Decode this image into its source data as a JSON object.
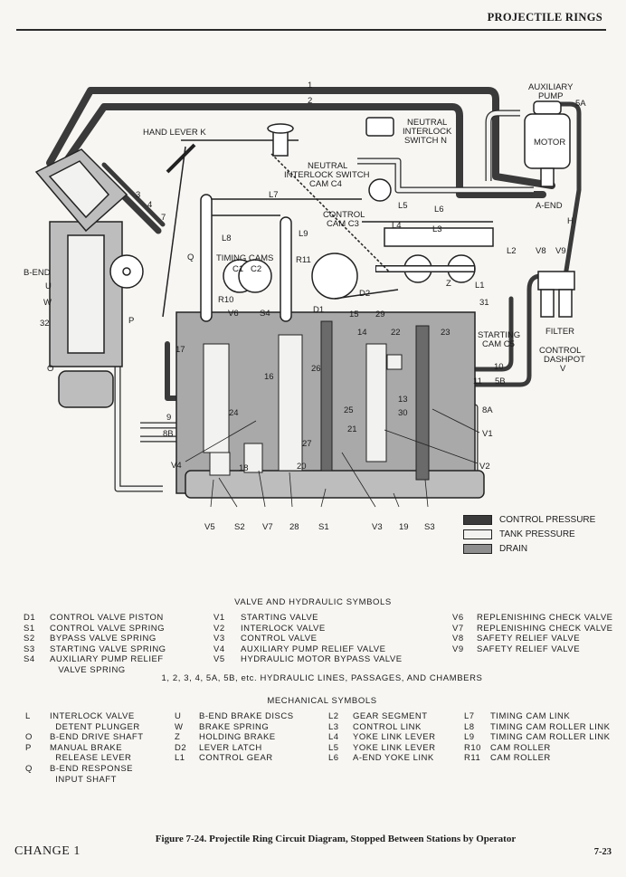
{
  "header": {
    "running_head": "PROJECTILE RINGS"
  },
  "diagram": {
    "labels": {
      "line1": "1",
      "line2": "2",
      "line3": "3",
      "line4": "4",
      "line5a": "5A",
      "line7": "7",
      "hand_lever": "HAND LEVER K",
      "neutral_switch": [
        "NEUTRAL",
        "INTERLOCK",
        "SWITCH N"
      ],
      "neutral_cam": [
        "NEUTRAL",
        "INTERLOCK SWITCH",
        "CAM C4"
      ],
      "aux_pump": [
        "AUXILIARY",
        "PUMP"
      ],
      "motor": "MOTOR",
      "control_cam": [
        "CONTROL",
        "CAM C3"
      ],
      "timing_cams": "TIMING CAMS",
      "c1": "C1",
      "c2": "C2",
      "l2": "L2",
      "l3": "L3",
      "l4": "L4",
      "l5": "L5",
      "l6": "L6",
      "l7": "L7",
      "l8": "L8",
      "l9": "L9",
      "l1": "L1",
      "a_end": "A-END",
      "h": "H",
      "v8": "V8",
      "v9": "V9",
      "filter": "FILTER",
      "control_dashpot": [
        "CONTROL",
        "DASHPOT",
        "V"
      ],
      "starting_cam": [
        "STARTING",
        "CAM C5"
      ],
      "b_end": "B-END",
      "u": "U",
      "w": "W",
      "n32": "32",
      "p": "P",
      "o": "O",
      "q": "Q",
      "r10": "R10",
      "r11": "R11",
      "d1": "D1",
      "d2": "D2",
      "z": "Z",
      "v6": "V6",
      "s4": "S4",
      "n15": "15",
      "n29": "29",
      "n14": "14",
      "n22": "22",
      "n23": "23",
      "n31": "31",
      "n17": "17",
      "n16": "16",
      "n26": "26",
      "n10": "10",
      "n11": "11",
      "n5b": "5B",
      "n13": "13",
      "n30": "30",
      "n25": "25",
      "n8a": "8A",
      "n9": "9",
      "n8b": "8B",
      "n24": "24",
      "n21": "21",
      "n27": "27",
      "n18": "18",
      "n20": "20",
      "v1": "V1",
      "v2": "V2",
      "v4": "V4",
      "bottom": [
        "V5",
        "S2",
        "V7",
        "28",
        "S1",
        "V3",
        "19",
        "S3"
      ]
    },
    "legend": [
      {
        "label": "CONTROL PRESSURE",
        "color": "#3a3a3a"
      },
      {
        "label": "TANK PRESSURE",
        "color": "#f2f2f0"
      },
      {
        "label": "DRAIN",
        "color": "#8e8e8e"
      }
    ]
  },
  "valve_section": {
    "title": "VALVE AND HYDRAULIC SYMBOLS",
    "col1": [
      {
        "code": "D1",
        "desc": "CONTROL VALVE PISTON"
      },
      {
        "code": "S1",
        "desc": "CONTROL VALVE SPRING"
      },
      {
        "code": "S2",
        "desc": "BYPASS VALVE SPRING"
      },
      {
        "code": "S3",
        "desc": "STARTING VALVE SPRING"
      },
      {
        "code": "S4",
        "desc": "AUXILIARY PUMP RELIEF\n   VALVE SPRING"
      }
    ],
    "col2": [
      {
        "code": "V1",
        "desc": "STARTING VALVE"
      },
      {
        "code": "V2",
        "desc": "INTERLOCK VALVE"
      },
      {
        "code": "V3",
        "desc": "CONTROL VALVE"
      },
      {
        "code": "V4",
        "desc": "AUXILIARY PUMP RELIEF VALVE"
      },
      {
        "code": "V5",
        "desc": "HYDRAULIC MOTOR BYPASS VALVE"
      }
    ],
    "col3": [
      {
        "code": "V6",
        "desc": "REPLENISHING CHECK VALVE"
      },
      {
        "code": "V7",
        "desc": "REPLENISHING CHECK VALVE"
      },
      {
        "code": "V8",
        "desc": "SAFETY RELIEF VALVE"
      },
      {
        "code": "V9",
        "desc": "SAFETY RELIEF VALVE"
      }
    ],
    "lines_note": "1, 2, 3, 4, 5A, 5B, etc.  HYDRAULIC LINES, PASSAGES, AND CHAMBERS"
  },
  "mechanical_section": {
    "title": "MECHANICAL SYMBOLS",
    "col1": [
      {
        "code": "L",
        "desc": "INTERLOCK VALVE\n  DETENT PLUNGER"
      },
      {
        "code": "O",
        "desc": "B-END DRIVE SHAFT"
      },
      {
        "code": "P",
        "desc": "MANUAL BRAKE\n  RELEASE LEVER"
      },
      {
        "code": "Q",
        "desc": "B-END RESPONSE\n  INPUT SHAFT"
      }
    ],
    "col2": [
      {
        "code": "U",
        "desc": "B-END BRAKE DISCS"
      },
      {
        "code": "W",
        "desc": "BRAKE SPRING"
      },
      {
        "code": "Z",
        "desc": "HOLDING BRAKE"
      },
      {
        "code": "D2",
        "desc": "LEVER LATCH"
      },
      {
        "code": "L1",
        "desc": "CONTROL GEAR"
      }
    ],
    "col3": [
      {
        "code": "L2",
        "desc": "GEAR SEGMENT"
      },
      {
        "code": "L3",
        "desc": "CONTROL LINK"
      },
      {
        "code": "L4",
        "desc": "YOKE LINK LEVER"
      },
      {
        "code": "L5",
        "desc": "YOKE LINK LEVER"
      },
      {
        "code": "L6",
        "desc": "A-END YOKE LINK"
      }
    ],
    "col4": [
      {
        "code": "L7",
        "desc": "TIMING CAM LINK"
      },
      {
        "code": "L8",
        "desc": "TIMING CAM ROLLER LINK"
      },
      {
        "code": "L9",
        "desc": "TIMING CAM ROLLER LINK"
      },
      {
        "code": "R10",
        "desc": "CAM ROLLER"
      },
      {
        "code": "R11",
        "desc": "CAM ROLLER"
      }
    ]
  },
  "footer": {
    "caption": "Figure 7-24.  Projectile Ring Circuit Diagram, Stopped Between Stations by Operator",
    "change": "CHANGE 1",
    "page_number": "7-23"
  }
}
